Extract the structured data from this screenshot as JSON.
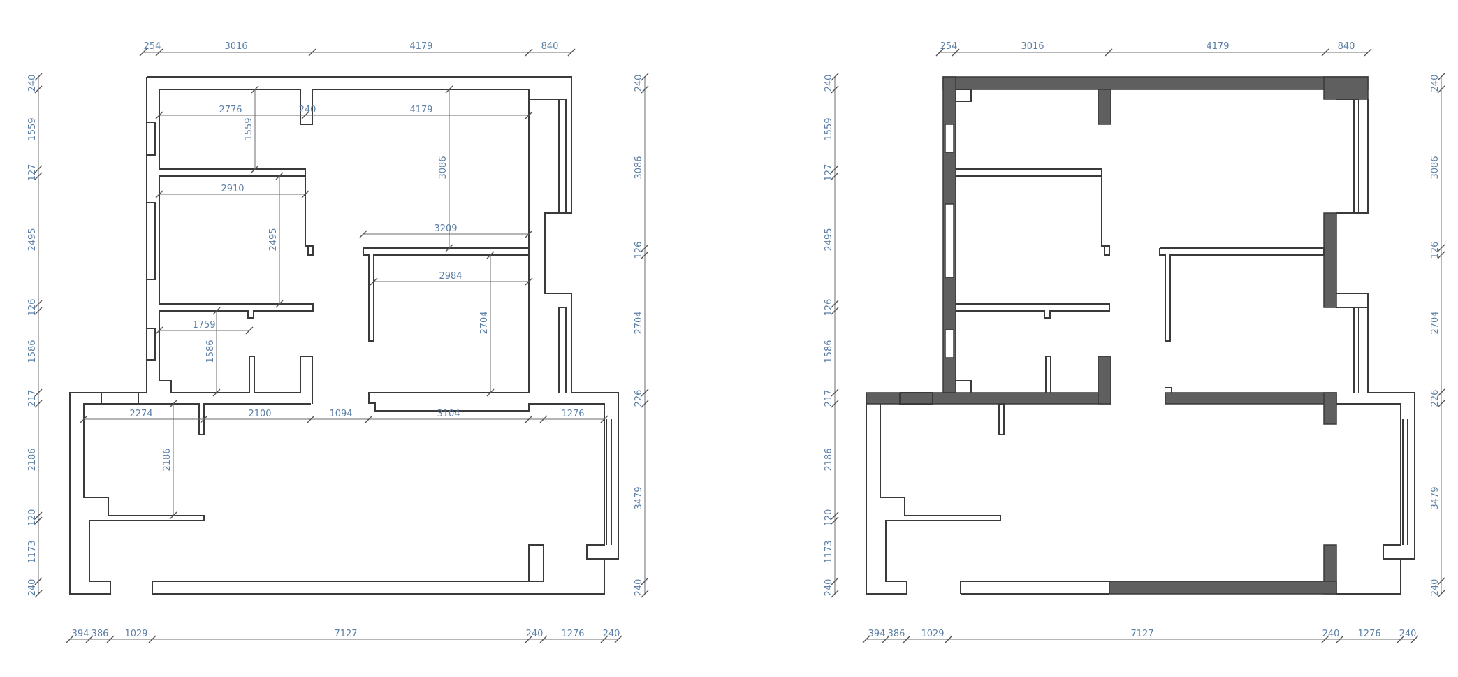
{
  "dims": {
    "top": [
      "254",
      "3016",
      "4179",
      "840"
    ],
    "bottom": [
      "394",
      "386",
      "1029",
      "7127",
      "240",
      "1276",
      "240"
    ],
    "left": [
      "240",
      "1559",
      "127",
      "2495",
      "126",
      "1586",
      "217",
      "2186",
      "120",
      "1173",
      "240"
    ],
    "right": [
      "240",
      "3086",
      "126",
      "2704",
      "226",
      "3479",
      "240"
    ],
    "interior": [
      "2776",
      "240",
      "4179",
      "1559",
      "3086",
      "2910",
      "2495",
      "3209",
      "2984",
      "2704",
      "1759",
      "1586",
      "2274",
      "2186",
      "2100",
      "1094",
      "3104",
      "1276"
    ]
  }
}
